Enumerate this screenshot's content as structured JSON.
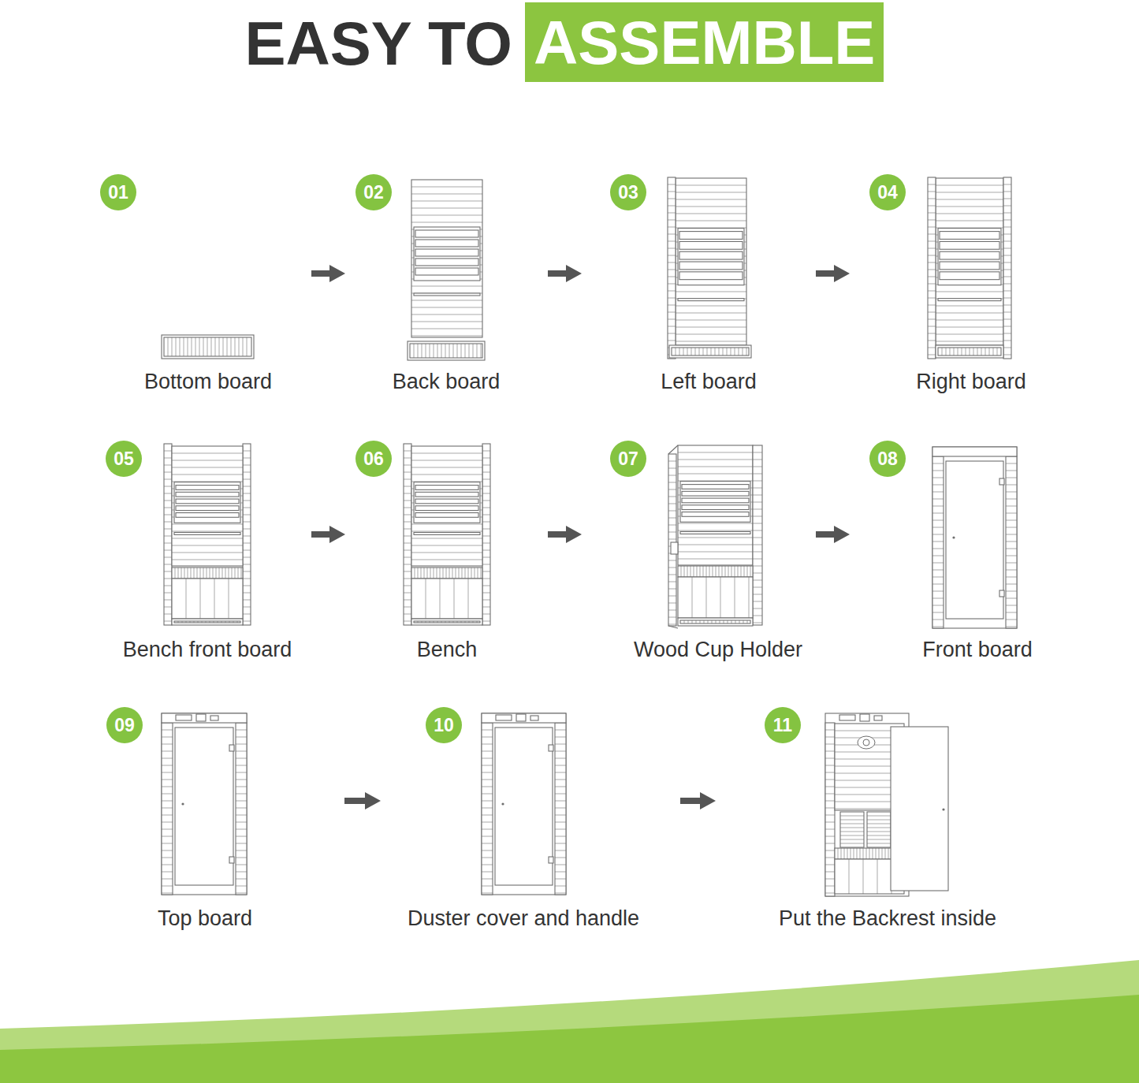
{
  "diagram": {
    "title": "EASY TO",
    "nodes": [
      {
        "text": [
          "ASSEMBLE"
        ]
      },
      {
        "text": [
          "Bottom board"
        ]
      },
      {
        "text": [
          "01"
        ],
        "in": 1
      },
      {
        "text": [
          "Back board"
        ]
      },
      {
        "text": [
          "02"
        ],
        "in": 3
      },
      {
        "text": [
          "Left board"
        ]
      },
      {
        "text": [
          "03"
        ],
        "in": 5
      },
      {
        "text": [
          "Right board"
        ]
      },
      {
        "text": [
          "04"
        ],
        "in": 7
      },
      {
        "text": [
          "Bench front board"
        ]
      },
      {
        "text": [
          "05"
        ],
        "in": 9
      },
      {
        "text": [
          "Bench"
        ]
      },
      {
        "text": [
          "06"
        ],
        "in": 11
      },
      {
        "text": [
          "Wood Cup Holder"
        ]
      },
      {
        "text": [
          "07"
        ],
        "in": 13
      },
      {
        "text": [
          "Front board"
        ]
      },
      {
        "text": [
          "08"
        ],
        "in": 15
      },
      {
        "text": [
          "Top board"
        ]
      },
      {
        "text": [
          "09"
        ],
        "in": 17
      },
      {
        "text": [
          "Duster cover and handle"
        ]
      },
      {
        "text": [
          "10"
        ],
        "in": 19
      },
      {
        "text": [
          "Put the Backrest inside"
        ]
      },
      {
        "text": [
          "11"
        ],
        "in": 21
      }
    ],
    "edges": [
      {
        "from": 1,
        "to": 3,
        "arrow": "to"
      },
      {
        "from": 3,
        "to": 5,
        "arrow": "to"
      },
      {
        "from": 5,
        "to": 7,
        "arrow": "to"
      },
      {
        "from": 9,
        "to": 11,
        "arrow": "to"
      },
      {
        "from": 11,
        "to": 13,
        "arrow": "to"
      },
      {
        "from": 13,
        "to": 15,
        "arrow": "to"
      },
      {
        "from": 17,
        "to": 19,
        "arrow": "to"
      },
      {
        "from": 19,
        "to": 21,
        "arrow": "to"
      }
    ]
  }
}
